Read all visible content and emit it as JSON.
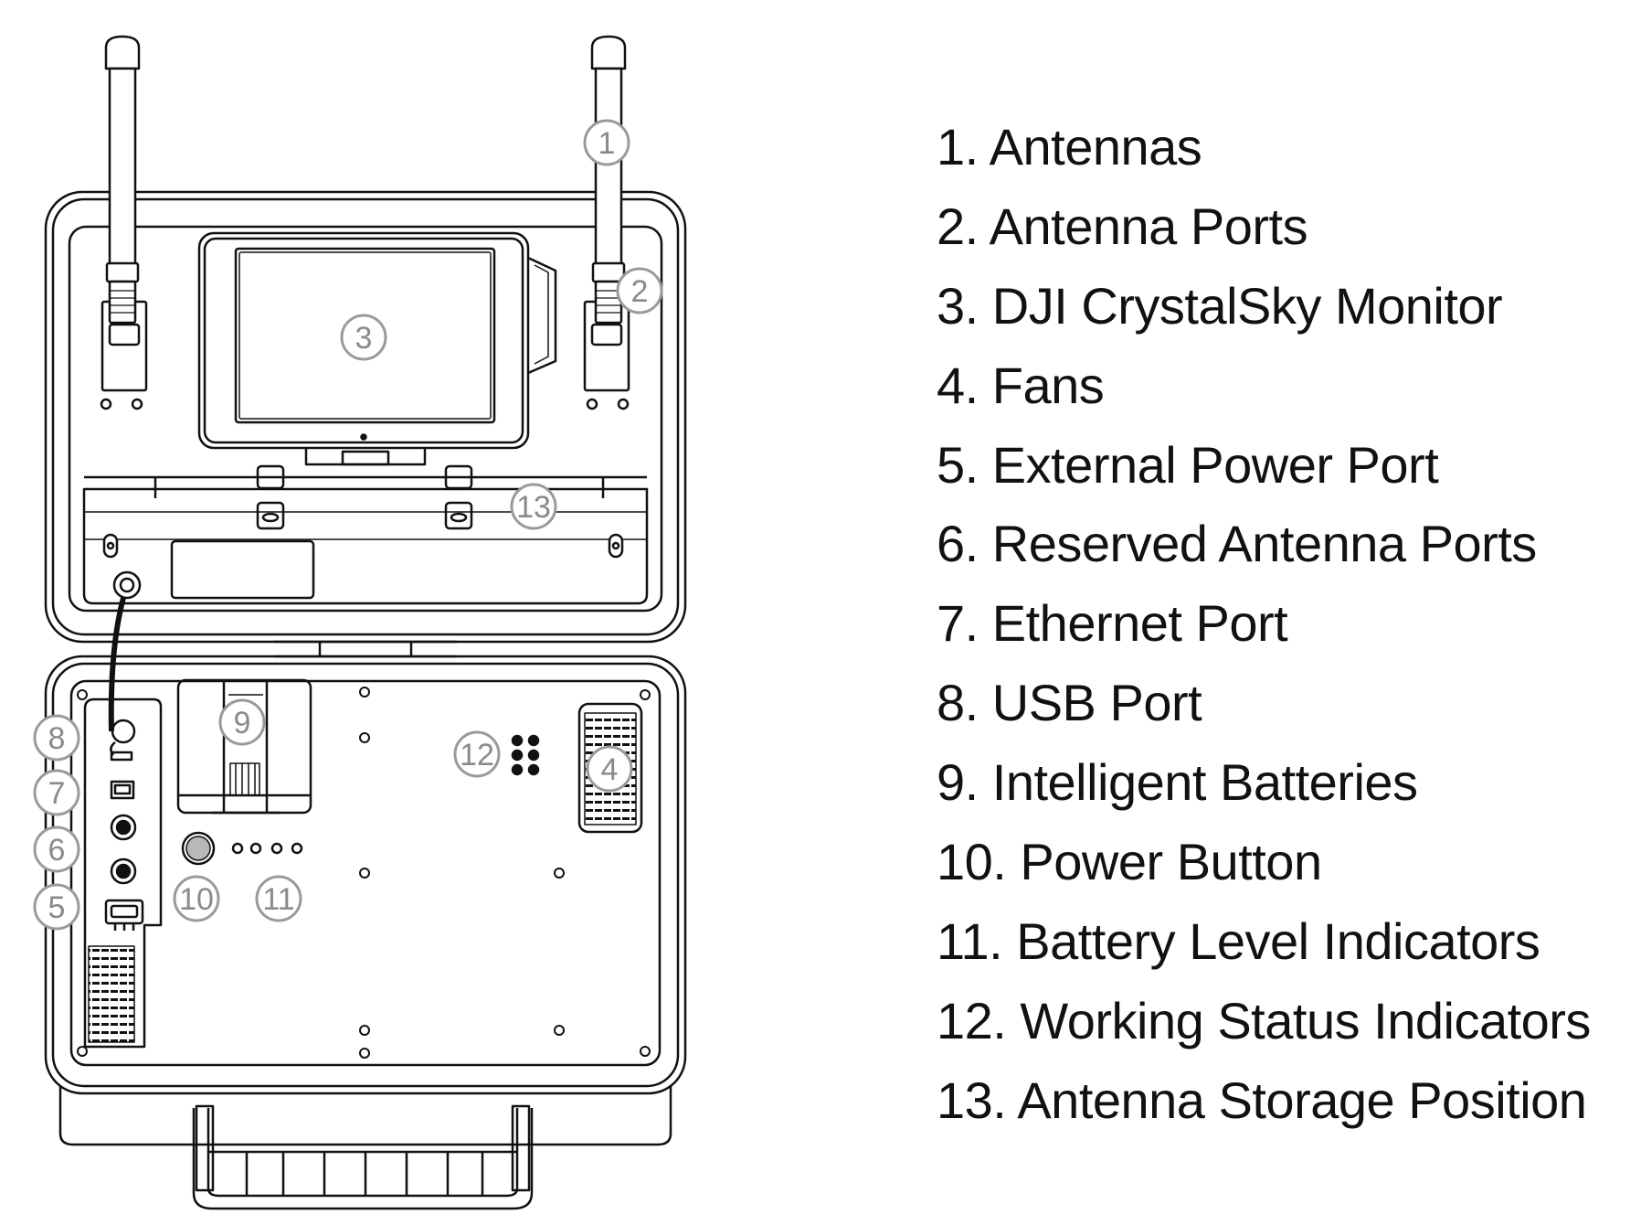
{
  "colors": {
    "line": "#111111",
    "callout": "#9a9a9a",
    "button": "#b8b8b8",
    "background": "#ffffff"
  },
  "callouts": [
    {
      "number": "1"
    },
    {
      "number": "2"
    },
    {
      "number": "3"
    },
    {
      "number": "4"
    },
    {
      "number": "5"
    },
    {
      "number": "6"
    },
    {
      "number": "7"
    },
    {
      "number": "8"
    },
    {
      "number": "9"
    },
    {
      "number": "10"
    },
    {
      "number": "11"
    },
    {
      "number": "12"
    },
    {
      "number": "13"
    }
  ],
  "legend": [
    "1. Antennas",
    "2. Antenna Ports",
    "3. DJI CrystalSky Monitor",
    "4. Fans",
    "5. External Power Port",
    "6. Reserved Antenna Ports",
    "7. Ethernet Port",
    "8. USB Port",
    "9. Intelligent Batteries",
    "10. Power Button",
    "11. Battery Level Indicators",
    "12. Working Status Indicators",
    "13. Antenna Storage Position"
  ]
}
